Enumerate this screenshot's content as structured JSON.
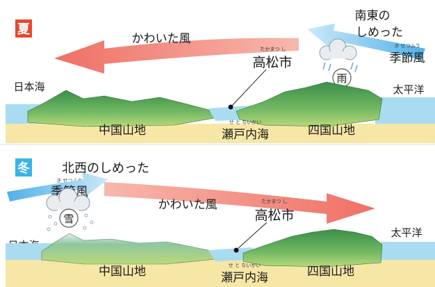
{
  "colors": {
    "summer_badge": "#e8472e",
    "winter_badge": "#38b3e6",
    "dry_wind": "#ef6f64",
    "humid_wind": "#7cc4ee",
    "sea": "#a9dcf0",
    "land": "#f6e7a6",
    "mountain": "#4aa35c"
  },
  "summer": {
    "badge": "夏",
    "dry_wind": "かわいた風",
    "humid_wind_line1": "南東の",
    "humid_wind_line2": "しめった",
    "seasonal_wind": "季節風",
    "seasonal_wind_ruby": "き せつふう",
    "weather": "雨",
    "city": "高松市",
    "city_ruby": "たかまつ し",
    "sea_left": "日本海",
    "sea_right": "太平洋",
    "mountains_left": "中国山地",
    "mountains_right": "四国山地",
    "inland_sea": "瀬戸内海",
    "inland_sea_ruby": "せ と ないかい"
  },
  "winter": {
    "badge": "冬",
    "humid_wind_line1": "北西のしめった",
    "seasonal_wind": "季節風",
    "seasonal_wind_ruby": "き せつふう",
    "dry_wind": "かわいた風",
    "weather": "雪",
    "city": "高松市",
    "city_ruby": "たかまつ し",
    "sea_left": "日本海",
    "sea_right": "太平洋",
    "mountains_left": "中国山地",
    "mountains_right": "四国山地",
    "inland_sea": "瀬戸内海",
    "inland_sea_ruby": "せ と ないかい"
  }
}
